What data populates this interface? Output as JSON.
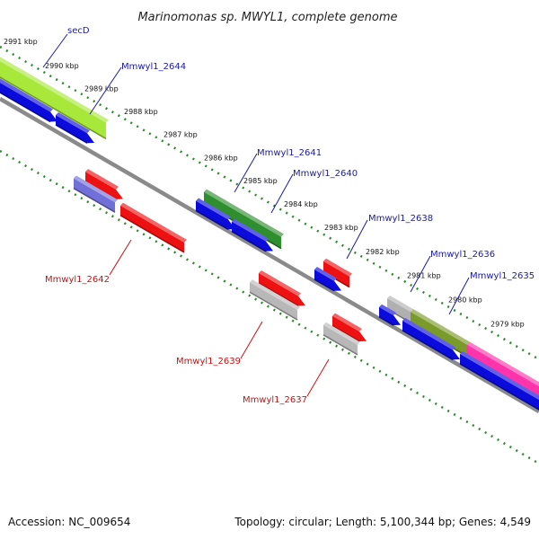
{
  "title": "Marinomonas sp. MWYL1, complete genome",
  "footer": {
    "accession": "Accession: NC_009654",
    "summary": "Topology: circular; Length: 5,100,344 bp; Genes: 4,549"
  },
  "colors": {
    "backbone": "#8a8a8a",
    "ruler": "#2a8a2a",
    "forward_label": "#1a1aa8",
    "reverse_label": "#cc1111"
  },
  "ruler_ticks": [
    "2991 kbp",
    "2990 kbp",
    "2989 kbp",
    "2988 kbp",
    "2987 kbp",
    "2986 kbp",
    "2985 kbp",
    "2984 kbp",
    "2983 kbp",
    "2982 kbp",
    "2981 kbp",
    "2980 kbp",
    "2979 kbp"
  ],
  "gene_labels": {
    "secD": "secD",
    "g2644": "Mmwyl1_2644",
    "g2641": "Mmwyl1_2641",
    "g2640": "Mmwyl1_2640",
    "g2638": "Mmwyl1_2638",
    "g2636": "Mmwyl1_2636",
    "g2635": "Mmwyl1_2635",
    "g2642": "Mmwyl1_2642",
    "g2639": "Mmwyl1_2639",
    "g2637": "Mmwyl1_2637"
  },
  "feature_colors": {
    "cds": "#0b0bdc",
    "secD": "#a8e83a",
    "g2641": "#2f8f2f",
    "g2640": "#2f8f2f",
    "g2638": "#ee1111",
    "g2636": "#b0b0b0",
    "g2635": "#7a9a2a",
    "g2634": "#ff33aa",
    "g2642": "#ee1111",
    "g2642b": "#7070d8",
    "g2639": "#ee1111",
    "g2639b": "#b8b8b8",
    "g2637": "#ee1111",
    "g2637b": "#b8b8b8"
  }
}
